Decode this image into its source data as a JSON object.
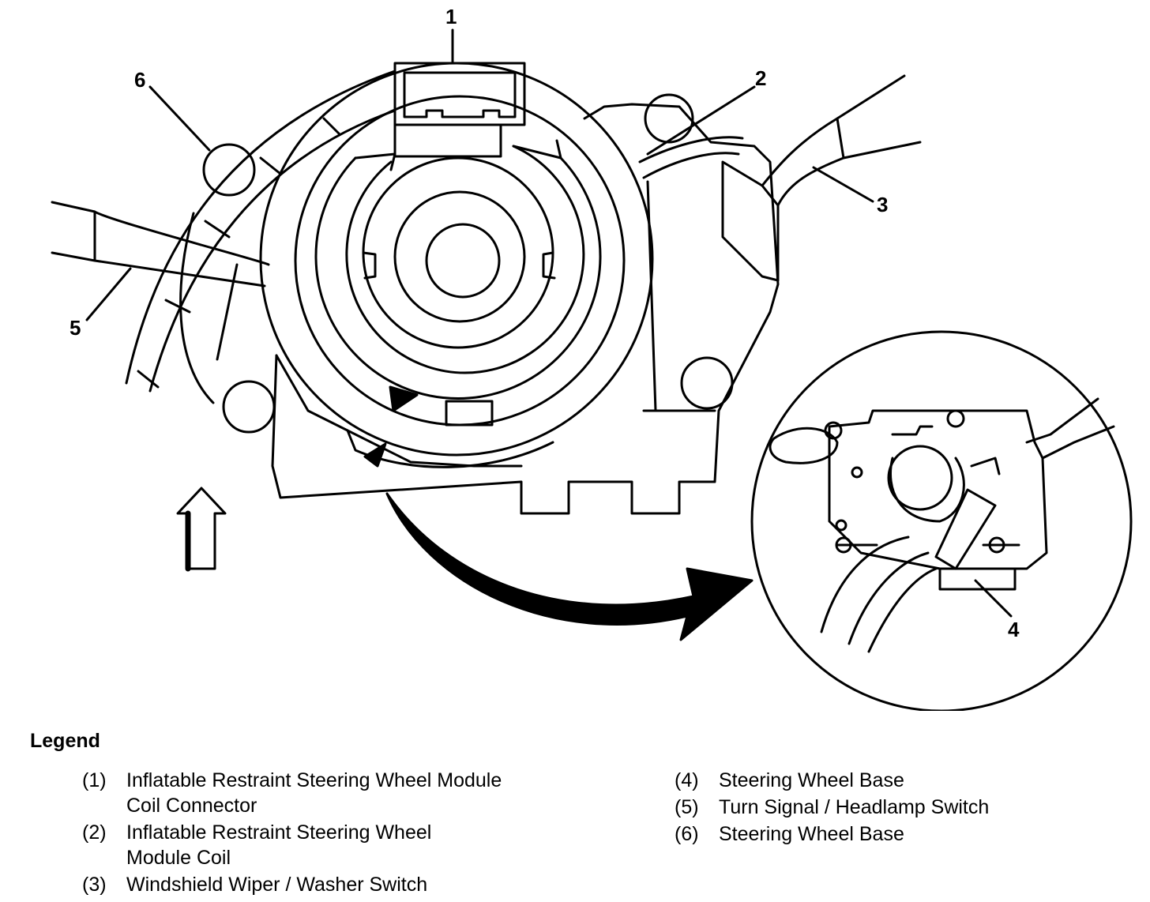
{
  "callouts": {
    "c1": "1",
    "c2": "2",
    "c3": "3",
    "c4": "4",
    "c5": "5",
    "c6": "6"
  },
  "legend": {
    "title": "Legend",
    "left_items": [
      {
        "num": "(1)",
        "line1": "Inflatable Restraint Steering Wheel Module",
        "line2": "Coil Connector"
      },
      {
        "num": "(2)",
        "line1": "Inflatable Restraint Steering Wheel",
        "line2": "Module Coil"
      },
      {
        "num": "(3)",
        "line1": "Windshield Wiper / Washer Switch",
        "line2": ""
      }
    ],
    "right_items": [
      {
        "num": "(4)",
        "line1": "Steering Wheel Base"
      },
      {
        "num": "(5)",
        "line1": "Turn Signal / Headlamp Switch"
      },
      {
        "num": "(6)",
        "line1": "Steering Wheel Base"
      }
    ]
  }
}
